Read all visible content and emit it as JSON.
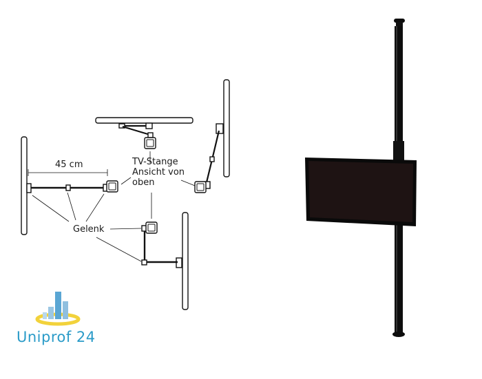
{
  "diagram": {
    "dimension_label": "45 cm",
    "rod_label_lines": [
      "TV-Stange",
      "Ansicht von",
      "oben"
    ],
    "joint_label": "Gelenk"
  },
  "logo": {
    "text": "Uniprof 24",
    "text_color": "#2a9bc8",
    "bars_color": "#7fb7d9",
    "swoosh_color": "#f2d23b"
  },
  "colors": {
    "line": "#111111",
    "tv_body": "#0a0a0a",
    "tv_screen": "#1e1313",
    "pole": "#0d0d0d"
  }
}
